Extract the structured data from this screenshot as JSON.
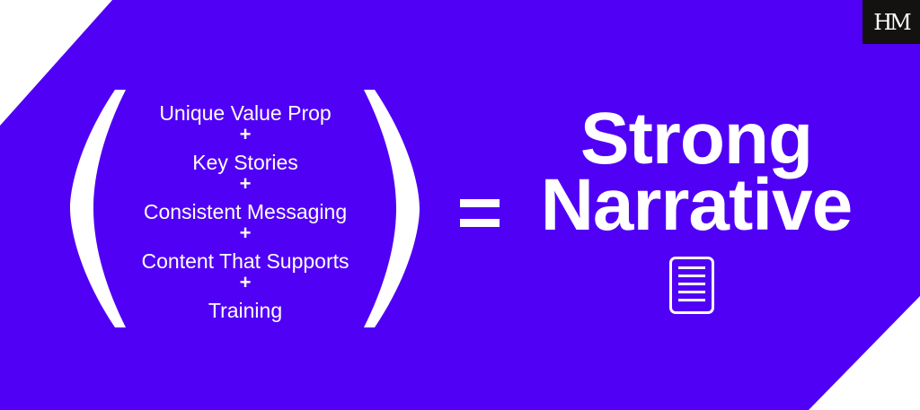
{
  "logo": "HM",
  "equation": {
    "items": [
      "Unique Value Prop",
      "Key Stories",
      "Consistent Messaging",
      "Content That Supports",
      "Training"
    ],
    "operator": "+",
    "equals": "=",
    "result": [
      "Strong",
      "Narrative"
    ]
  },
  "colors": {
    "background": "#5000f5",
    "accent": "#ffffff",
    "logo_bg": "#141111"
  }
}
